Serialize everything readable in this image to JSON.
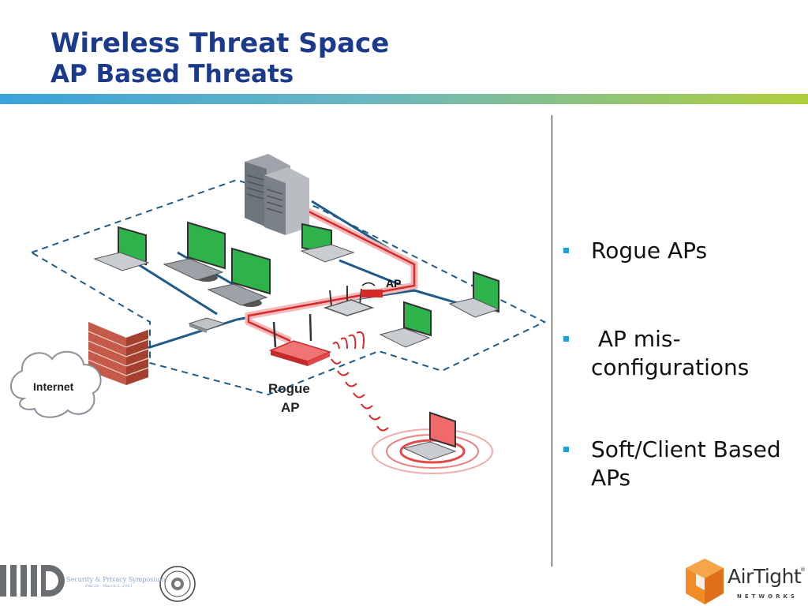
{
  "slide": {
    "title": "Wireless Threat Space",
    "subtitle": "AP Based Threats"
  },
  "diagram": {
    "labels": {
      "internet": "Internet",
      "rogue_ap_line1": "Rogue",
      "rogue_ap_line2": "AP",
      "ap": "AP"
    }
  },
  "bullets": [
    {
      "text": "Rogue APs"
    },
    {
      "text_line1": " AP mis-",
      "text_line2": "configurations"
    },
    {
      "text_line1": "Soft/Client Based",
      "text_line2": "APs"
    }
  ],
  "footer": {
    "symposium": "Security & Privacy Symposium",
    "dates": "Feb 28 - March 2, 2013",
    "brand": "AirTight",
    "brand_reg": "®",
    "brand_sub": "NETWORKS"
  },
  "colors": {
    "title": "#1b3a8c",
    "bullet_marker": "#1aa3d8",
    "rogue_red": "#e03a3a",
    "screen_green": "#2db34a",
    "network_blue": "#1e5a8a"
  }
}
